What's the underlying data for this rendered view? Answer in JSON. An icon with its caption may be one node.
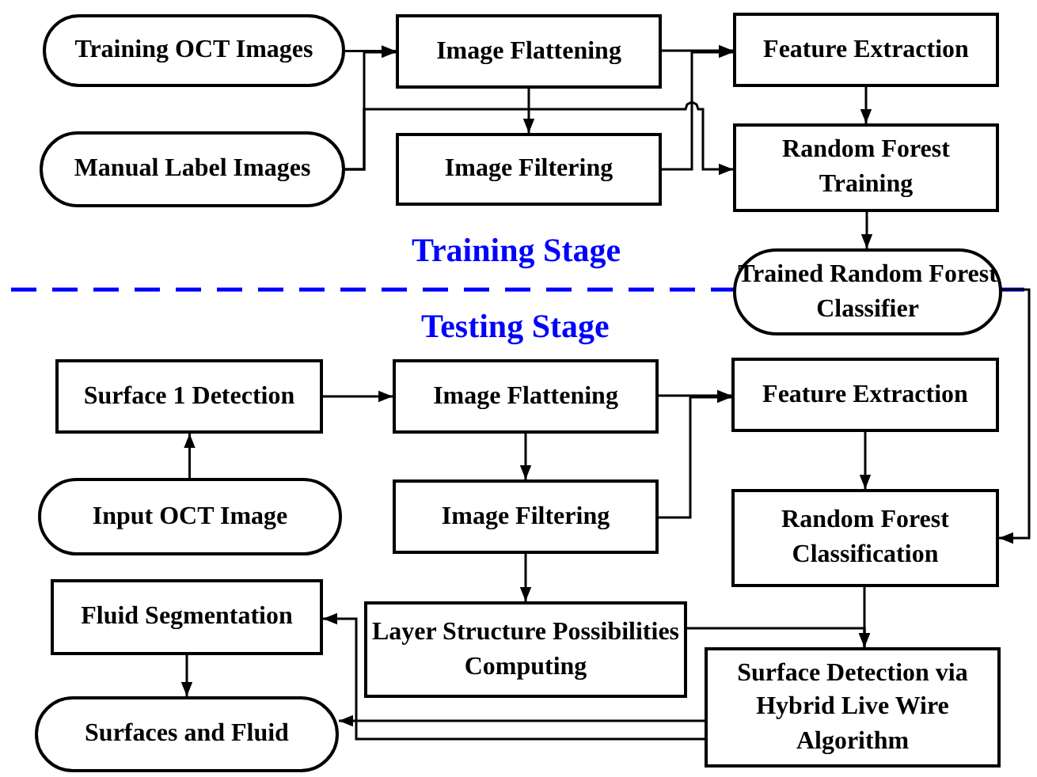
{
  "diagram": {
    "nodes": [
      {
        "text": [
          "Training OCT Images"
        ]
      },
      {
        "text": [
          "Image Flattening"
        ]
      },
      {
        "text": [
          "Feature Extraction"
        ]
      },
      {
        "text": [
          "Manual Label Images"
        ]
      },
      {
        "text": [
          "Image Filtering"
        ]
      },
      {
        "text": [
          "Random Forest Training"
        ]
      },
      {
        "text": [
          "Trained Random Forest Classifier"
        ]
      },
      {
        "text": [
          "Surface 1 Detection"
        ]
      },
      {
        "text": [
          "Image Flattening"
        ]
      },
      {
        "text": [
          "Feature Extraction"
        ]
      },
      {
        "text": [
          "Input OCT Image"
        ]
      },
      {
        "text": [
          "Image Filtering"
        ]
      },
      {
        "text": [
          "Random Forest Classification"
        ]
      },
      {
        "text": [
          "Fluid Segmentation"
        ]
      },
      {
        "text": [
          "Layer Structure Possibilities Computing"
        ]
      },
      {
        "text": [
          "Surface Detection via Hybrid Live Wire Algorithm"
        ]
      },
      {
        "text": [
          "Surfaces and Fluid"
        ]
      }
    ],
    "edges": [
      {
        "from": 0,
        "to": 1,
        "arrow": "to"
      },
      {
        "from": 3,
        "to": 1,
        "arrow": "to"
      },
      {
        "from": 3,
        "to": 5,
        "arrow": "to"
      },
      {
        "from": 1,
        "to": 2,
        "arrow": "to"
      },
      {
        "from": 1,
        "to": 4,
        "arrow": "to"
      },
      {
        "from": 4,
        "to": 2,
        "arrow": "to"
      },
      {
        "from": 2,
        "to": 5,
        "arrow": "to"
      },
      {
        "from": 5,
        "to": 6,
        "arrow": "to"
      },
      {
        "from": 6,
        "to": 12,
        "arrow": "to"
      },
      {
        "from": 10,
        "to": 7,
        "arrow": "to"
      },
      {
        "from": 7,
        "to": 8,
        "arrow": "to"
      },
      {
        "from": 8,
        "to": 9,
        "arrow": "to"
      },
      {
        "from": 8,
        "to": 11,
        "arrow": "to"
      },
      {
        "from": 11,
        "to": 9,
        "arrow": "to"
      },
      {
        "from": 9,
        "to": 12,
        "arrow": "to"
      },
      {
        "from": 11,
        "to": 14,
        "arrow": "to"
      },
      {
        "from": 14,
        "to": 15,
        "arrow": "to"
      },
      {
        "from": 12,
        "to": 15,
        "arrow": "to"
      },
      {
        "from": 15,
        "to": 16,
        "arrow": "to"
      },
      {
        "from": 15,
        "to": 13,
        "arrow": "to"
      },
      {
        "from": 13,
        "to": 16,
        "arrow": "to"
      }
    ],
    "labels": [
      "Training Stage",
      "Testing Stage"
    ]
  }
}
